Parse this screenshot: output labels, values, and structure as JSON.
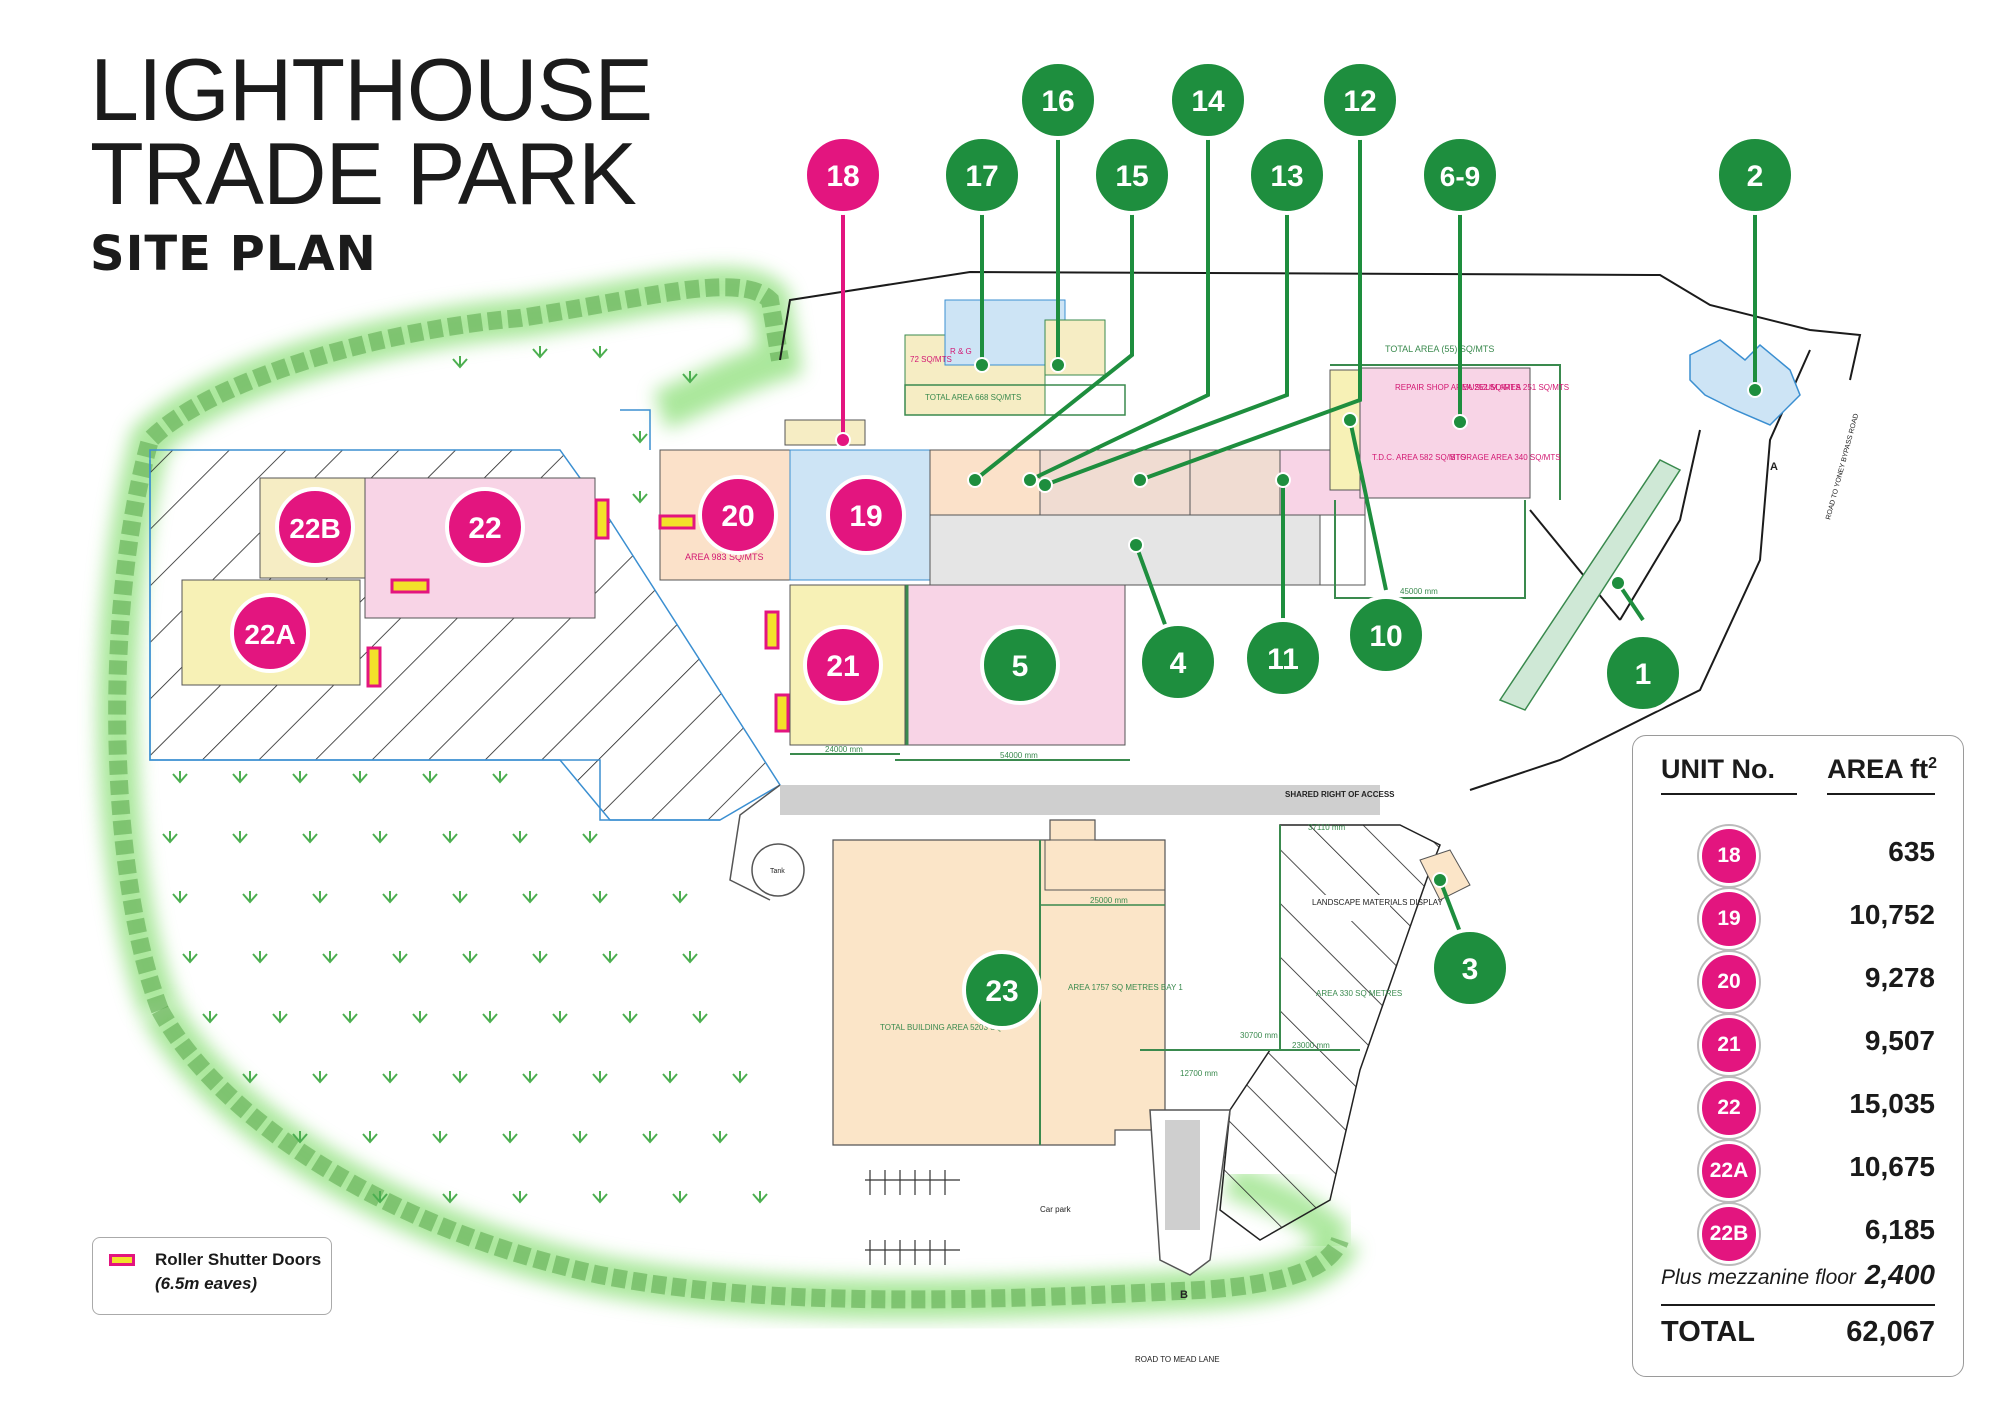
{
  "title": {
    "line1": "LIGHTHOUSE",
    "line2": "TRADE PARK",
    "subtitle": "SITE PLAN"
  },
  "colors": {
    "green_unit": "#1e8e3e",
    "pink_unit": "#e3157f",
    "glow": "#9fdc8a",
    "road_grey": "#cfcfcf"
  },
  "legend": {
    "label": "Roller Shutter Doors",
    "note": "(6.5m eaves)",
    "swatch_fill": "#f3e12a",
    "swatch_border": "#e3157f"
  },
  "markers": {
    "u18": "18",
    "u17": "17",
    "u16": "16",
    "u15": "15",
    "u14": "14",
    "u13": "13",
    "u12": "12",
    "u69": "6-9",
    "u2": "2",
    "u20": "20",
    "u19": "19",
    "u22b": "22B",
    "u22": "22",
    "u22a": "22A",
    "u21": "21",
    "u5": "5",
    "u4": "4",
    "u11": "11",
    "u10": "10",
    "u1": "1",
    "u23": "23",
    "u3": "3"
  },
  "site_labels": {
    "a": "A",
    "b": "B",
    "road_mead": "ROAD TO MEAD LANE",
    "road_bypass": "ROAD TO YONEY BYPASS ROAD",
    "shared_access": "SHARED RIGHT OF ACCESS",
    "landscape": "LANDSCAPE MATERIALS DISPLAY",
    "area_330": "AREA 330 SQ METRES",
    "area_1757": "AREA 1757 SQ METRES BAY 1",
    "total_5203": "TOTAL BUILDING AREA 5203 SQ",
    "dim_25000": "25000 mm",
    "dim_30700": "30700 mm",
    "dim_23000": "23000 mm",
    "dim_12700": "12700 mm",
    "dim_54000": "54000 mm",
    "dim_24000": "24000 mm",
    "dim_45000": "45000 mm",
    "dim_37110": "37110 mm",
    "repair_shop": "REPAIR SHOP AREA 252 SQ/MTS",
    "museum": "MUSEUM AREA 251 SQ/MTS",
    "tdc": "T.D.C. AREA 582 SQ/MTS",
    "storage": "STORAGE AREA 340 SQ/MTS",
    "total_area_top": "TOTAL AREA (55) SQ/MTS",
    "total_area_668": "TOTAL AREA 668 SQ/MTS",
    "rg": "R & G",
    "area_20": "AREA 983 SQ/MTS",
    "car_park": "Car park",
    "tank": "Tank"
  },
  "table": {
    "header_unit": "UNIT No.",
    "header_area": "AREA ft",
    "header_area_sup": "2",
    "rows": [
      {
        "unit": "18",
        "area": "635"
      },
      {
        "unit": "19",
        "area": "10,752"
      },
      {
        "unit": "20",
        "area": "9,278"
      },
      {
        "unit": "21",
        "area": "9,507"
      },
      {
        "unit": "22",
        "area": "15,035"
      },
      {
        "unit": "22A",
        "area": "10,675"
      },
      {
        "unit": "22B",
        "area": "6,185"
      }
    ],
    "mezzanine_label": "Plus mezzanine floor",
    "mezzanine_value": "2,400",
    "total_label": "TOTAL",
    "total_value": "62,067"
  }
}
